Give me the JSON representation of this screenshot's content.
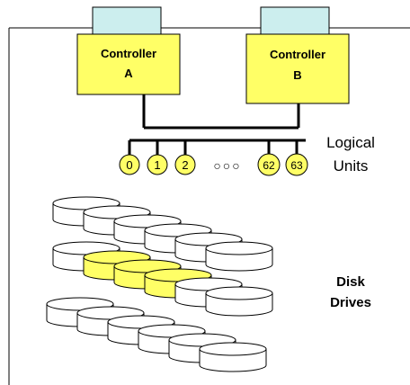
{
  "controllers": [
    {
      "line1": "Controller",
      "line2": "A"
    },
    {
      "line1": "Controller",
      "line2": "B"
    }
  ],
  "logical_units": {
    "ids": [
      "0",
      "1",
      "2",
      "62",
      "63"
    ],
    "ellipsis": "○○○",
    "label_line1": "Logical",
    "label_line2": "Units"
  },
  "disk_drives": {
    "label_line1": "Disk",
    "label_line2": "Drives",
    "rows": 3,
    "disks_per_row": 6,
    "highlighted_row": 2,
    "highlighted_count": 3
  },
  "colors": {
    "controller_fill": "#ffff66",
    "port_fill": "#cceeee",
    "lun_fill": "#ffff66",
    "disk_highlight": "#ffff66",
    "disk_fill": "#ffffff"
  }
}
